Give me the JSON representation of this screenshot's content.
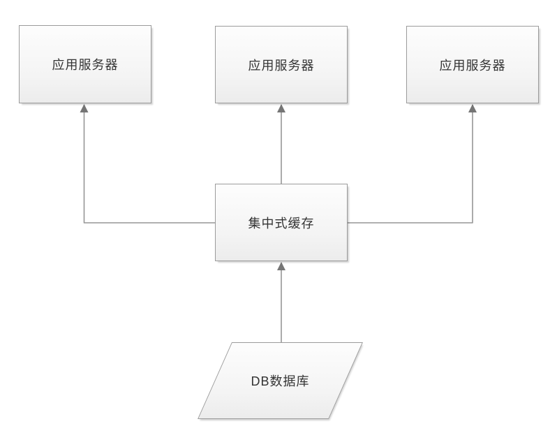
{
  "diagram": {
    "title": "centralized-cache-architecture",
    "nodes": [
      {
        "id": "app-server-1",
        "shape": "rectangle",
        "label": "应用服务器"
      },
      {
        "id": "app-server-2",
        "shape": "rectangle",
        "label": "应用服务器"
      },
      {
        "id": "app-server-3",
        "shape": "rectangle",
        "label": "应用服务器"
      },
      {
        "id": "cache",
        "shape": "rectangle",
        "label": "集中式缓存"
      },
      {
        "id": "db",
        "shape": "parallelogram",
        "label": "DB数据库"
      }
    ],
    "edges": [
      {
        "from": "cache",
        "to": "app-server-1",
        "style": "elbow-arrow"
      },
      {
        "from": "cache",
        "to": "app-server-2",
        "style": "straight-arrow"
      },
      {
        "from": "cache",
        "to": "app-server-3",
        "style": "elbow-arrow"
      },
      {
        "from": "db",
        "to": "cache",
        "style": "straight-arrow"
      }
    ],
    "colors": {
      "background": "#ffffff",
      "node_border": "#9b9b9b",
      "node_fill_top": "#fdfdfd",
      "node_fill_bottom": "#ececec",
      "edge_line": "#969696",
      "arrowhead": "#757575",
      "text": "#333333"
    }
  }
}
